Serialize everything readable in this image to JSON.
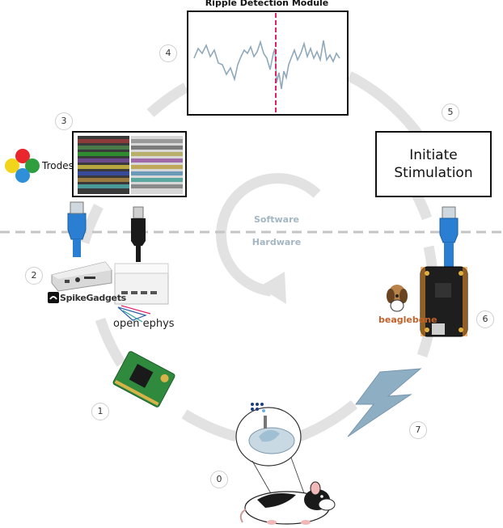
{
  "title": "Ripple Detection Module",
  "layers": {
    "software": "Software",
    "hardware": "Hardware"
  },
  "stimulation_box": {
    "line1": "Initiate",
    "line2": "Stimulation"
  },
  "trodes_label": "Trodes",
  "brands": {
    "spikegadgets": "SpikeGadgets",
    "openephys": "open ephys",
    "beaglebone": "beaglebone"
  },
  "steps": [
    "0",
    "1",
    "2",
    "3",
    "4",
    "5",
    "6",
    "7"
  ],
  "colors": {
    "cycle_gray": "#e2e2e2",
    "divider": "#c4c4c4",
    "signal": "#8fa9bb",
    "detect_line": "#e0226a",
    "cable_blue": "#2a7fd3",
    "lightning": "#8eaec4",
    "layer_text": "#a3b6c4"
  }
}
